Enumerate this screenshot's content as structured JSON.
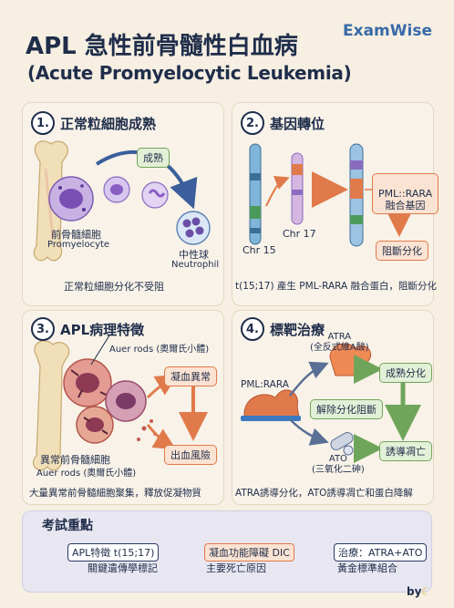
{
  "header": {
    "title": "APL 急性前骨髓性白血病",
    "subtitle": "(Acute Promyelocytic Leukemia)",
    "brand": "ExamWise"
  },
  "sections": {
    "s1": {
      "num": "1.",
      "title": "正常粒細胞成熟",
      "maturation_label": "成熟",
      "promyelocyte_zh": "前骨髓細胞",
      "promyelocyte_en": "Promyelocyte",
      "neutrophil_zh": "中性球",
      "neutrophil_en": "Neutrophil",
      "caption": "正常粒細胞分化不受阻"
    },
    "s2": {
      "num": "2.",
      "title": "基因轉位",
      "chr15": "Chr 15",
      "chr17": "Chr 17",
      "fusion": "PML::RARA\n融合基因",
      "block": "阻斷分化",
      "caption": "t(15;17) 產生 PML-RARA 融合蛋白，阻斷分化"
    },
    "s3": {
      "num": "3.",
      "title": "APL病理特徵",
      "auer_top": "Auer rods (奧爾氏小體)",
      "abnormal_zh": "異常前骨髓細胞",
      "auer_bottom": "Auer rods (奧爾氏小體)",
      "coag": "凝血異常",
      "bleed": "出血風險",
      "caption": "大量異常前骨髓細胞聚集，釋放促凝物質"
    },
    "s4": {
      "num": "4.",
      "title": "標靶治療",
      "atra": "ATRA\n(全反式維A酸)",
      "pml_rara": "PML:RARA",
      "release": "解除分化阻斷",
      "mature": "成熟分化",
      "ato": "ATO\n(三氧化二砷)",
      "apoptosis": "誘導凋亡",
      "caption": "ATRA誘導分化，ATO誘導凋亡和蛋白降解"
    }
  },
  "exam": {
    "title": "考試重點",
    "items": [
      {
        "box": "APL特徵 t(15;17)",
        "sub": "關鍵遺傳學標記",
        "icon": "dna-icon"
      },
      {
        "box": "凝血功能障礙 DIC",
        "sub": "主要死亡原因",
        "icon": "blood-drop-icon"
      },
      {
        "box": "治療：ATRA+ATO",
        "sub": "黃金標準組合",
        "icon": "medicine-bottle-icon"
      }
    ]
  },
  "footer": {
    "by": "by"
  },
  "colors": {
    "navy": "#1f2d4a",
    "orange": "#e07a4a",
    "green": "#74a35a",
    "purple": "#8a6bbf",
    "blue": "#3a6aa8"
  }
}
